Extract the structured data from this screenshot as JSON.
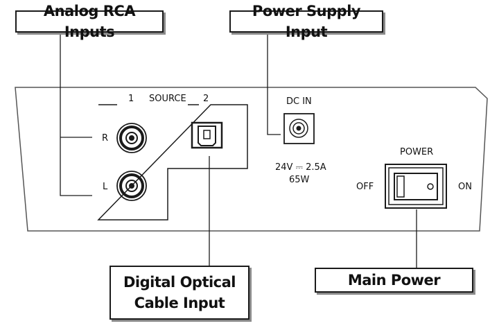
{
  "callouts": {
    "analog": "Analog RCA Inputs",
    "power_supply": "Power Supply Input",
    "optical_line1": "Digital Optical",
    "optical_line2": "Cable Input",
    "main_power": "Main Power"
  },
  "panel": {
    "source_1": "1",
    "source_label": "SOURCE",
    "source_2": "2",
    "channel_r": "R",
    "channel_l": "L",
    "dc_in": "DC IN",
    "rating_line1": "24V ⎓ 2.5A",
    "rating_line2": "65W",
    "power_label": "POWER",
    "off_label": "OFF",
    "on_label": "ON"
  },
  "colors": {
    "ink": "#1a1a1a",
    "shadow": "#8a8a8a",
    "background": "#ffffff"
  },
  "icons": [
    "rca-jack-icon",
    "optical-port-icon",
    "dc-jack-icon",
    "rocker-switch-icon"
  ]
}
